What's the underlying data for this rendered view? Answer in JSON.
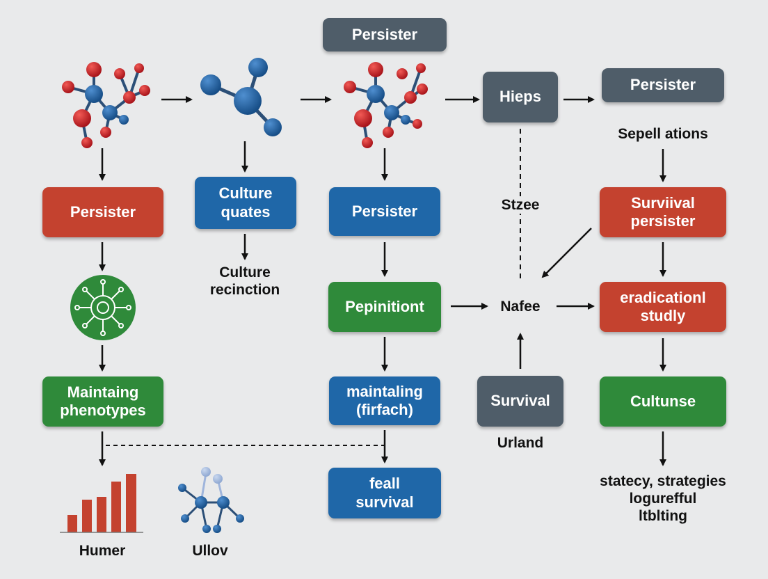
{
  "boxes": {
    "top_persister_a": "Persister",
    "hieps": "Hieps",
    "top_persister_b": "Persister",
    "persister_red": "Persister",
    "culture_quates": "Culture\nquates",
    "persister_blue": "Persister",
    "survival_persister": "Surviival\npersister",
    "pepinitiont": "Pepinitiont",
    "eradication_studly": "eradicationl\nstudly",
    "maintaining_phenotypes": "Maintaing\nphenotypes",
    "maintaling_firfach": "maintaling\n(firfach)",
    "survival": "Survival",
    "cultunse": "Cultunse",
    "feall_survival": "feall\nsurvival"
  },
  "labels": {
    "sepell_ations": "Sepell ations",
    "stzee": "Stzee",
    "culture_recinction": "Culture\nrecinction",
    "nafee": "Nafee",
    "urland": "Urland",
    "statecy": "statecy, strategies\nlogurefful\nltblting",
    "humer": "Humer",
    "ullov": "Ullov"
  },
  "colors": {
    "red": "#c4422f",
    "blue": "#1f67a8",
    "green": "#2f8a3a",
    "slate": "#4f5d69",
    "atom_red": "#c81e24",
    "atom_blue": "#1f5f9e"
  }
}
